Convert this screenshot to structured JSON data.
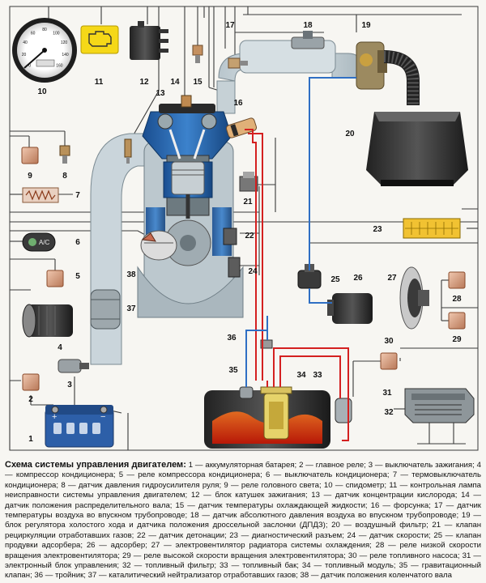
{
  "diagram": {
    "numbers": {
      "n1": "1",
      "n2": "2",
      "n3": "3",
      "n4": "4",
      "n5": "5",
      "n6": "6",
      "n7": "7",
      "n8": "8",
      "n9": "9",
      "n10": "10",
      "n11": "11",
      "n12": "12",
      "n13": "13",
      "n14": "14",
      "n15": "15",
      "n16": "16",
      "n17": "17",
      "n18": "18",
      "n19": "19",
      "n20": "20",
      "n21": "21",
      "n22": "22",
      "n23": "23",
      "n24": "24",
      "n25": "25",
      "n26": "26",
      "n27": "27",
      "n28": "28",
      "n29": "29",
      "n30": "30",
      "n31": "31",
      "n32": "32",
      "n33": "33",
      "n34": "34",
      "n35": "35",
      "n36": "36",
      "n37": "37",
      "n38": "38"
    },
    "device_text": {
      "ac_button": "A/C",
      "speedo_ticks": [
        "0",
        "20",
        "40",
        "60",
        "80",
        "100",
        "120",
        "140",
        "160"
      ],
      "battery_minus": "−",
      "battery_plus": "+"
    },
    "colors": {
      "wire": "#3a3a3a",
      "fuel_line": "#d42020",
      "vacuum_line": "#2f6fc4",
      "intake_body": "#cdd8de",
      "engine_blue": "#1f5ea8",
      "fuel_red": "#d03010",
      "connector": "#e8b8a0"
    }
  },
  "caption": {
    "title": "Схема системы управления двигателем:",
    "body": " 1 — аккумуляторная батарея; 2 — главное реле; 3 — выключатель зажигания; 4 — компрессор кондиционера; 5 — реле компрессора кондиционера; 6 — выключатель кондиционера; 7 — термовыключатель кондиционера; 8 — датчик давления гидроусилителя руля; 9 — реле головного света; 10 — спидометр; 11 — контрольная лампа неисправности системы управления двигателем; 12 — блок катушек зажигания; 13 — датчик концентрации кислорода; 14 — датчик положения распределительного вала; 15 — датчик температуры охлаждающей жидкости; 16 — форсунка; 17 — датчик температуры воздуха во впускном трубопроводе; 18 — датчик абсолютного давления воздуха во впускном трубопроводе; 19 — блок регулятора холостого хода и датчика положения дроссельной заслонки (ДПДЗ); 20 — воздушный фильтр; 21 — клапан рециркуляции отработавших газов; 22 — датчик детонации; 23 — диагностический разъем; 24 — датчик скорости; 25 — клапан продувки адсорбера; 26 — адсорбер; 27 — электровентилятор радиатора системы охлаждения; 28 — реле низкой скорости вращения электровентилятора; 29 — реле высокой скорости вращения электровентилятора; 30 — реле топливного насоса; 31 — электронный блок управления; 32 — топливный фильтр; 33 — топливный бак; 34 — топливный модуль; 35 — гравитационный клапан; 36 — тройник; 37 — каталитический нейтрализатор отработавших газов; 38 — датчик положения коленчатого вала"
  }
}
